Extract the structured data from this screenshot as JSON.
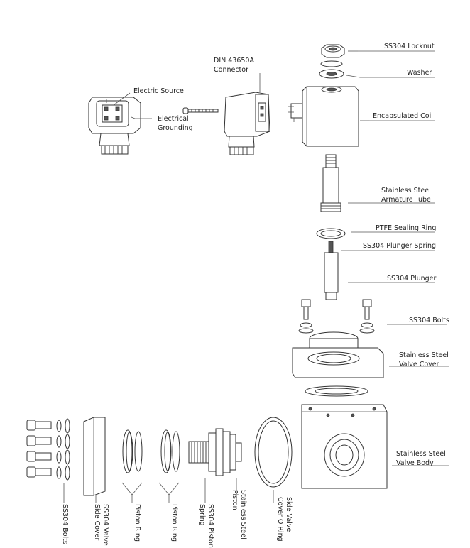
{
  "labels": {
    "locknut": "SS304 Locknut",
    "washer": "Washer",
    "din_connector": [
      "DIN 43650A",
      "Connector"
    ],
    "electric_source": "Electric Source",
    "electrical_grounding": [
      "Electrical",
      "Grounding"
    ],
    "coil": "Encapsulated Coil",
    "armature_tube": [
      "Stainless Steel",
      "Armature Tube"
    ],
    "ptfe_ring": "PTFE Sealing Ring",
    "plunger_spring": "SS304 Plunger Spring",
    "plunger": "SS304 Plunger",
    "bolts_right": "SS304 Bolts",
    "valve_cover": [
      "Stainless Steel",
      "Valve Cover"
    ],
    "valve_body": [
      "Stainless Steel",
      "Valve Body"
    ],
    "bolts_bottom": "SS304 Bolts",
    "side_cover": [
      "SS304 Valve",
      "Side Cover"
    ],
    "piston_ring_1": "Piston Ring",
    "piston_ring_2": "Piston Ring",
    "piston_spring": [
      "SS304 Piston",
      "Spring"
    ],
    "piston": [
      "Stainless Steel",
      "Piston"
    ],
    "side_o_ring": [
      "Side Valve",
      "Cover O Ring"
    ]
  }
}
